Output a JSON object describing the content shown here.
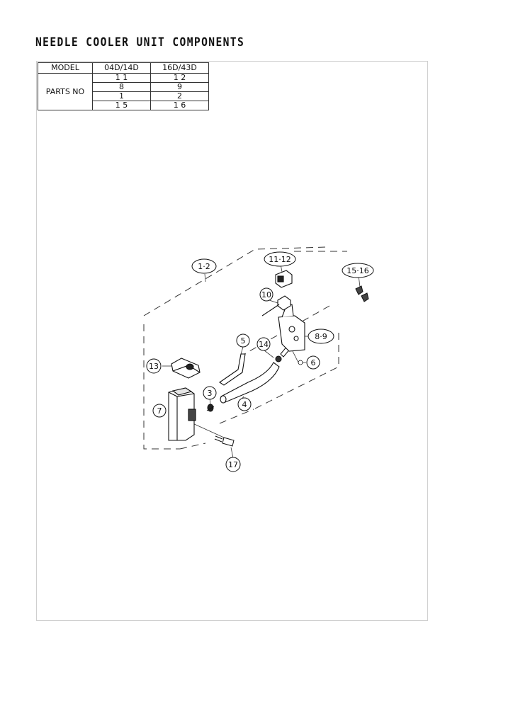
{
  "page": {
    "title": "NEEDLE COOLER UNIT COMPONENTS"
  },
  "parts_table": {
    "col_model": "MODEL",
    "col_a": "04D/14D",
    "col_b": "16D/43D",
    "row_label": "PARTS NO",
    "rows": [
      {
        "a": "1 1",
        "b": "1 2"
      },
      {
        "a": "8",
        "b": "9"
      },
      {
        "a": "1",
        "b": "2"
      },
      {
        "a": "1 5",
        "b": "1 6"
      }
    ]
  },
  "callouts": {
    "c1_2": "1·2",
    "c11_12": "11·12",
    "c15_16": "15·16",
    "c10": "10",
    "c5": "5",
    "c14": "14",
    "c8_9": "8·9",
    "c6": "6",
    "c13": "13",
    "c3": "3",
    "c7": "7",
    "c4": "4",
    "c17": "17"
  }
}
